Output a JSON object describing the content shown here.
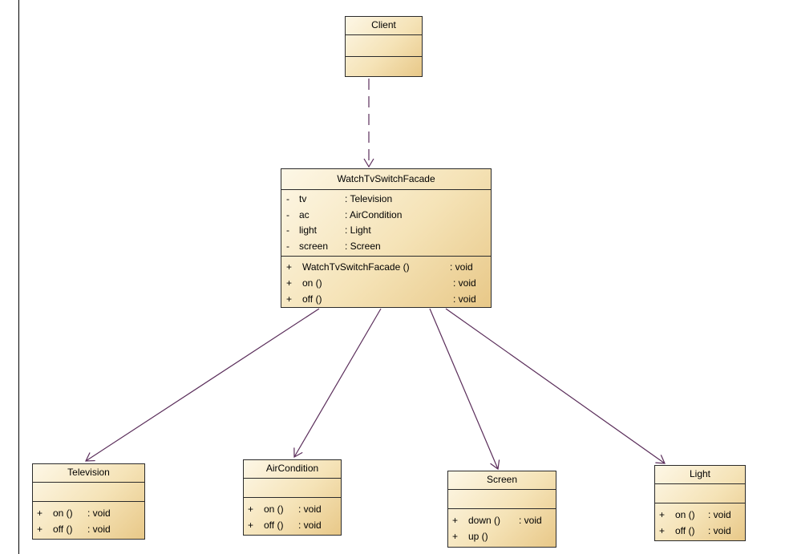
{
  "classes": {
    "client": {
      "name": "Client"
    },
    "facade": {
      "name": "WatchTvSwitchFacade",
      "attributes": [
        {
          "vis": "-",
          "name": "tv",
          "type": ": Television"
        },
        {
          "vis": "-",
          "name": "ac",
          "type": ": AirCondition"
        },
        {
          "vis": "-",
          "name": "light",
          "type": ": Light"
        },
        {
          "vis": "-",
          "name": "screen",
          "type": ": Screen"
        }
      ],
      "operations": [
        {
          "vis": "+",
          "name": "WatchTvSwitchFacade ()",
          "type": ": void"
        },
        {
          "vis": "+",
          "name": "on ()",
          "type": ": void"
        },
        {
          "vis": "+",
          "name": "off ()",
          "type": ": void"
        }
      ]
    },
    "television": {
      "name": "Television",
      "operations": [
        {
          "vis": "+",
          "name": "on ()",
          "type": ": void"
        },
        {
          "vis": "+",
          "name": "off ()",
          "type": ": void"
        }
      ]
    },
    "aircondition": {
      "name": "AirCondition",
      "operations": [
        {
          "vis": "+",
          "name": "on ()",
          "type": ": void"
        },
        {
          "vis": "+",
          "name": "off ()",
          "type": ": void"
        }
      ]
    },
    "screen": {
      "name": "Screen",
      "operations": [
        {
          "vis": "+",
          "name": "down ()",
          "type": ": void"
        },
        {
          "vis": "+",
          "name": "up ()",
          "type": ""
        }
      ]
    },
    "light": {
      "name": "Light",
      "operations": [
        {
          "vis": "+",
          "name": "on ()",
          "type": ": void"
        },
        {
          "vis": "+",
          "name": "off ()",
          "type": ": void"
        }
      ]
    }
  },
  "colors": {
    "connector": "#5a2d5a",
    "border": "#2b2b2b"
  }
}
